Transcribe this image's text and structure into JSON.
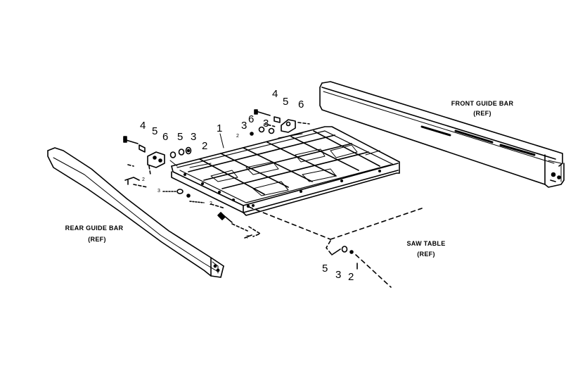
{
  "labels": {
    "front_guide_bar": "FRONT GUIDE BAR",
    "front_guide_bar_ref": "(REF)",
    "rear_guide_bar": "REAR GUIDE BAR",
    "rear_guide_bar_ref": "(REF)",
    "saw_table": "SAW TABLE",
    "saw_table_ref": "(REF)"
  },
  "callouts": {
    "c1": "1",
    "c2_right": "2",
    "c3_left": "3",
    "c3_right": "3",
    "c3_top": "3",
    "c4_left": "4",
    "c4_top": "4",
    "c5_left": "5",
    "c5_mid": "5",
    "c5_top": "5",
    "c6_left": "6",
    "c6_top": "6",
    "c6_top2": "6",
    "c5_bottom": "5",
    "c3_bottom": "3",
    "c2_bottom": "2",
    "t2_a": "2",
    "t3_a": "3",
    "t2_b": "2",
    "t7_a": "7",
    "t2_c": "2"
  }
}
